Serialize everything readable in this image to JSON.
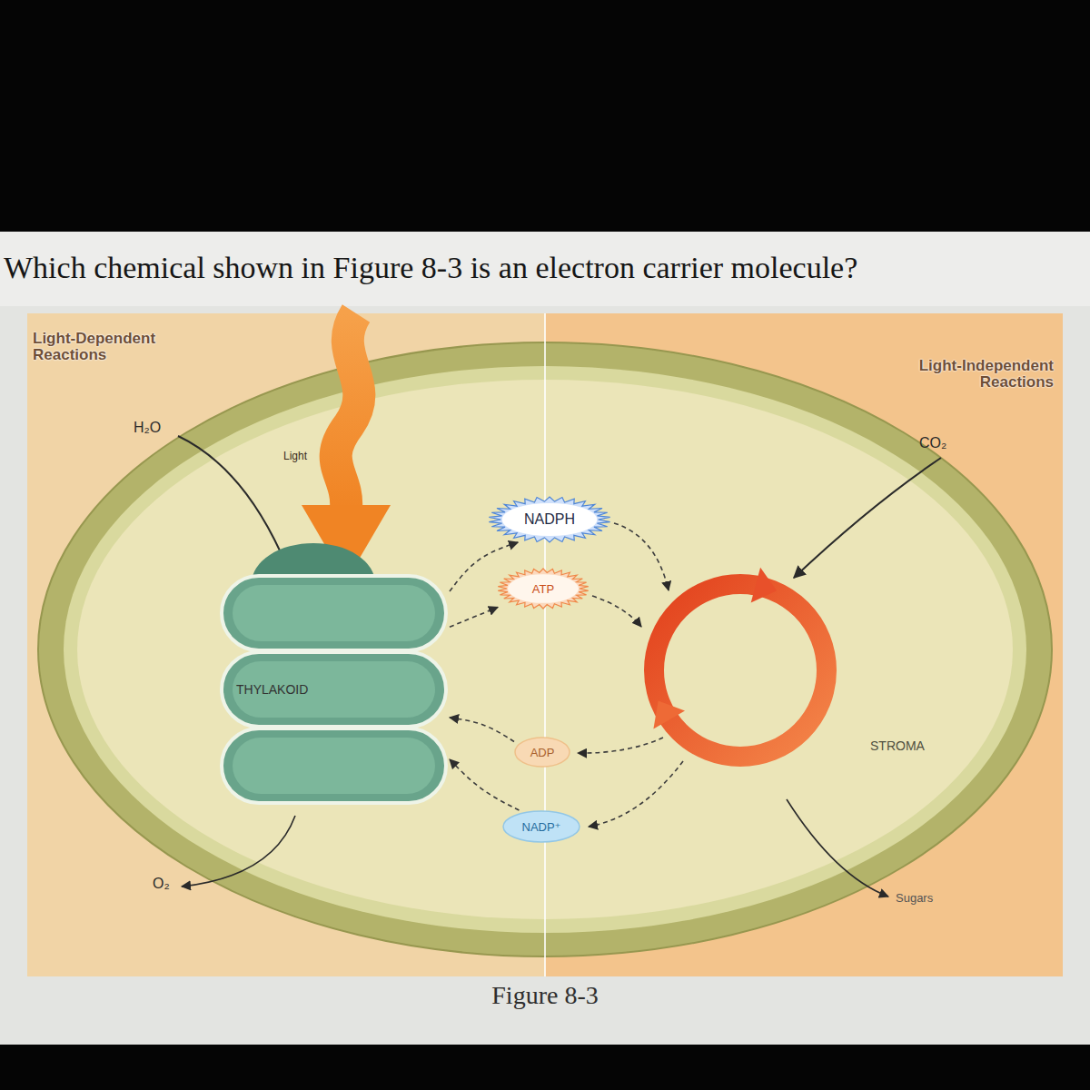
{
  "diagram": {
    "title": "Which chemical shown in Figure 8-3 is an electron carrier molecule?",
    "caption": "Figure 8-3",
    "nodes": [
      {
        "text": [
          "STROMA"
        ]
      },
      {
        "text": [
          "THYLAKOID"
        ],
        "in": 0
      },
      {
        "text": [
          "NADPH"
        ],
        "in": 0
      },
      {
        "text": [
          "ATP"
        ],
        "in": 0
      },
      {
        "text": [
          "ADP"
        ],
        "in": 0
      },
      {
        "text": [
          "NADP⁺"
        ],
        "in": 0
      }
    ],
    "edges": [
      {
        "from": 1,
        "to": 2,
        "arrow": "to"
      },
      {
        "from": 1,
        "to": 3,
        "arrow": "to"
      },
      {
        "from": 4,
        "to": 1,
        "arrow": "to"
      },
      {
        "from": 5,
        "to": 1,
        "arrow": "to"
      }
    ],
    "labels": [
      "Light-Dependent Reactions",
      "Light-Independent Reactions",
      "H₂O",
      "Light",
      "CO₂",
      "O₂",
      "Sugars"
    ]
  }
}
